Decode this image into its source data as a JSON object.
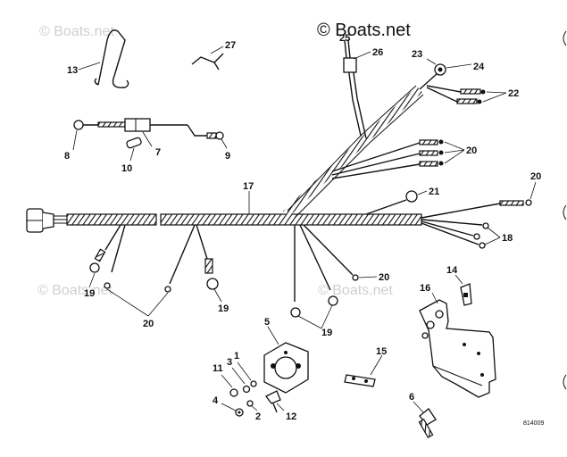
{
  "watermarks": {
    "main": "© Boats.net",
    "faint_top_left": "© Boats.net",
    "faint_mid_left": "© Boats.net",
    "faint_mid_center": "© Boats.net"
  },
  "part_number": "814009",
  "callouts": {
    "c1": "1",
    "c2": "2",
    "c3": "3",
    "c4": "4",
    "c5": "5",
    "c6": "6",
    "c7": "7",
    "c8": "8",
    "c9": "9",
    "c10": "10",
    "c11": "11",
    "c12": "12",
    "c13": "13",
    "c14": "14",
    "c15": "15",
    "c16": "16",
    "c17": "17",
    "c18": "18",
    "c19a": "19",
    "c19b": "19",
    "c19c": "19",
    "c20a": "20",
    "c20b": "20",
    "c20c": "20",
    "c20d": "20",
    "c21": "21",
    "c22": "22",
    "c23": "23",
    "c24": "24",
    "c25": "25",
    "c26": "26",
    "c27": "27"
  }
}
